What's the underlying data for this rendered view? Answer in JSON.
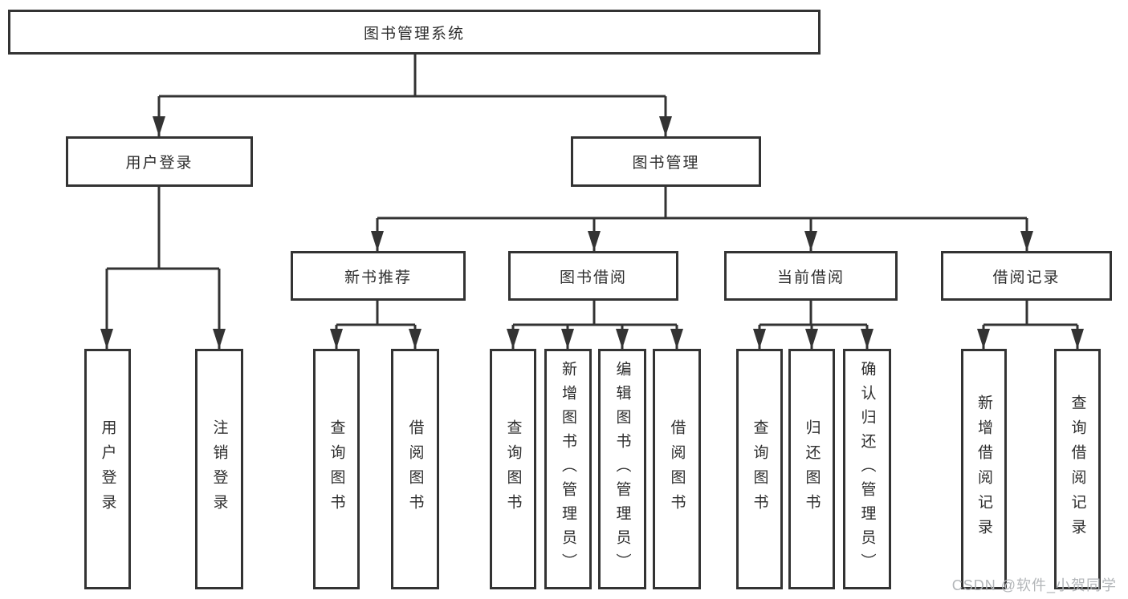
{
  "colors": {
    "line": "#333333",
    "node_border": "#333333",
    "node_text": "#2e2e2e",
    "background": "#ffffff",
    "watermark_text_color": "#b3b6b9"
  },
  "watermark": {
    "text": "CSDN @软件_小贺同学"
  },
  "tree": {
    "root": {
      "label": "图书管理系统"
    },
    "branches": [
      {
        "label": "用户登录",
        "children": [
          {
            "label": "用户登录"
          },
          {
            "label": "注销登录"
          }
        ]
      },
      {
        "label": "图书管理",
        "children": [
          {
            "label": "新书推荐",
            "children": [
              {
                "label": "查询图书"
              },
              {
                "label": "借阅图书"
              }
            ]
          },
          {
            "label": "图书借阅",
            "children": [
              {
                "label": "查询图书"
              },
              {
                "label": "新增图书（管理员）"
              },
              {
                "label": "编辑图书（管理员）"
              },
              {
                "label": "借阅图书"
              }
            ]
          },
          {
            "label": "当前借阅",
            "children": [
              {
                "label": "查询图书"
              },
              {
                "label": "归还图书"
              },
              {
                "label": "确认归还（管理员）"
              }
            ]
          },
          {
            "label": "借阅记录",
            "children": [
              {
                "label": "新增借阅记录"
              },
              {
                "label": "查询借阅记录"
              }
            ]
          }
        ]
      }
    ]
  }
}
